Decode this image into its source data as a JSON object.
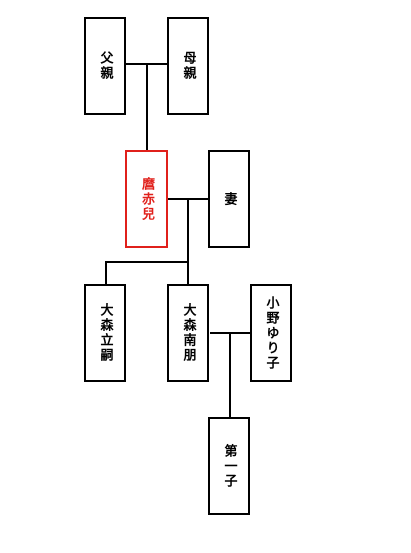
{
  "colors": {
    "line": "#000000",
    "highlight": "#e0201b",
    "background": "#ffffff"
  },
  "people": {
    "father": {
      "label": "父親"
    },
    "mother": {
      "label": "母親"
    },
    "self": {
      "label": "麿赤兒"
    },
    "wife": {
      "label": "妻"
    },
    "child1": {
      "label": "大森立嗣"
    },
    "child2": {
      "label": "大森南朋"
    },
    "spouse2": {
      "label": "小野ゆり子"
    },
    "grandchild": {
      "label": "第一子"
    }
  }
}
